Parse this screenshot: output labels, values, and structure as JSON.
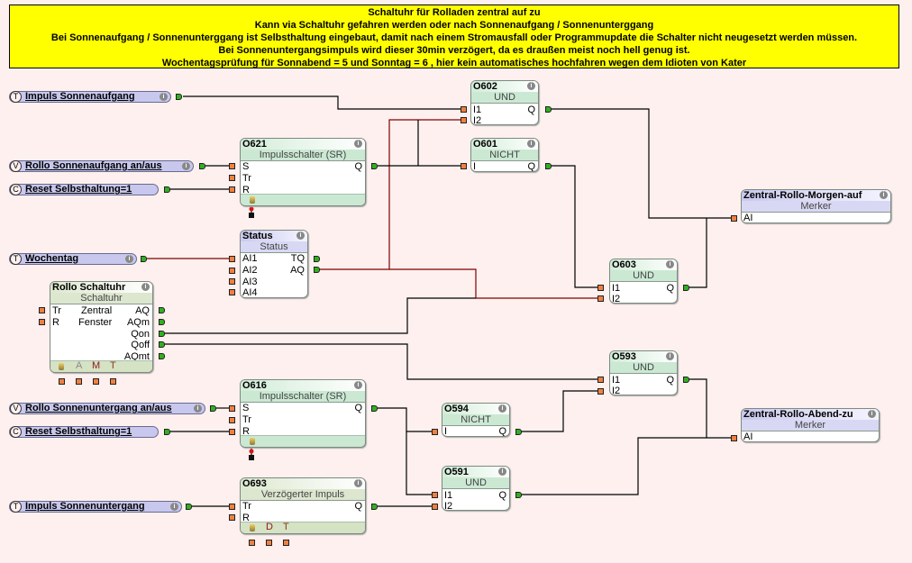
{
  "note": {
    "lines": [
      "Schaltuhr für Rolladen zentral auf zu",
      "Kann via Schaltuhr gefahren werden oder nach Sonnenaufgang / Sonnenunterggang",
      "Bei Sonnenaufgang / Sonnenunterggang ist Selbsthaltung eingebaut, damit nach einem Stromausfall oder Programmupdate die Schalter nicht neugesetzt werden müssen.",
      "Bei Sonnenuntergangsimpuls wird dieser 30min verzögert, da es draußen meist noch hell genug ist.",
      "Wochentagsprüfung für Sonnabend = 5 und Sonntag = 6 , hier kein automatisches hochfahren wegen dem Idioten von Kater"
    ],
    "background": "#ffff00"
  },
  "inputs": [
    {
      "badge": "T",
      "label": "Impuls Sonnenaufgang",
      "has_info": true
    },
    {
      "badge": "V",
      "label": "Rollo Sonnenaufgang an/aus",
      "has_info": true
    },
    {
      "badge": "C",
      "label": "Reset Selbsthaltung=1",
      "has_info": false
    },
    {
      "badge": "T",
      "label": "Wochentag",
      "has_info": true
    },
    {
      "badge": "V",
      "label": "Rollo Sonnenuntergang an/aus",
      "has_info": true
    },
    {
      "badge": "C",
      "label": "Reset Selbsthaltung=1",
      "has_info": false
    },
    {
      "badge": "T",
      "label": "Impuls Sonnenuntergang",
      "has_info": true
    }
  ],
  "blocks": {
    "o602": {
      "id": "O602",
      "type": "UND",
      "inputs": [
        "I1",
        "I2"
      ],
      "outputs": [
        "Q"
      ]
    },
    "o601": {
      "id": "O601",
      "type": "NICHT",
      "inputs": [
        "I"
      ],
      "outputs": [
        "Q"
      ]
    },
    "o621": {
      "id": "O621",
      "type": "Impulsschalter (SR)",
      "inputs": [
        "S",
        "Tr",
        "R"
      ],
      "outputs": [
        "Q"
      ]
    },
    "status": {
      "id": "Status",
      "type": "Status",
      "inputs": [
        "AI1",
        "AI2",
        "AI3",
        "AI4"
      ],
      "outputs": [
        "TQ",
        "AQ"
      ]
    },
    "schaltuhr": {
      "id": "Rollo Schaltuhr",
      "type": "Schaltuhr",
      "inputs": [
        "Tr",
        "R"
      ],
      "middle": [
        "Zentral",
        "Fenster"
      ],
      "outputs": [
        "AQ",
        "AQm",
        "Qon",
        "Qoff",
        "AQmt"
      ],
      "footer": [
        "A",
        "M",
        "T"
      ]
    },
    "o603": {
      "id": "O603",
      "type": "UND",
      "inputs": [
        "I1",
        "I2"
      ],
      "outputs": [
        "Q"
      ]
    },
    "merker_auf": {
      "id": "Zentral-Rollo-Morgen-auf",
      "type": "Merker",
      "inputs": [
        "AI"
      ]
    },
    "o593": {
      "id": "O593",
      "type": "UND",
      "inputs": [
        "I1",
        "I2"
      ],
      "outputs": [
        "Q"
      ]
    },
    "merker_zu": {
      "id": "Zentral-Rollo-Abend-zu",
      "type": "Merker",
      "inputs": [
        "AI"
      ]
    },
    "o616": {
      "id": "O616",
      "type": "Impulsschalter (SR)",
      "inputs": [
        "S",
        "Tr",
        "R"
      ],
      "outputs": [
        "Q"
      ]
    },
    "o594": {
      "id": "O594",
      "type": "NICHT",
      "inputs": [
        "I"
      ],
      "outputs": [
        "Q"
      ]
    },
    "o591": {
      "id": "O591",
      "type": "UND",
      "inputs": [
        "I1",
        "I2"
      ],
      "outputs": [
        "Q"
      ]
    },
    "o693": {
      "id": "O693",
      "type": "Verzögerter Impuls",
      "inputs": [
        "Tr",
        "R"
      ],
      "outputs": [
        "Q"
      ],
      "footer": [
        "D",
        "T"
      ]
    }
  },
  "colors": {
    "canvas": "#fdf0ee",
    "wire_digital": "#000000",
    "wire_analog": "#800000",
    "input_pin": "#f08040",
    "output_pin": "#30b020",
    "io_fill": "#c8c8ee"
  }
}
